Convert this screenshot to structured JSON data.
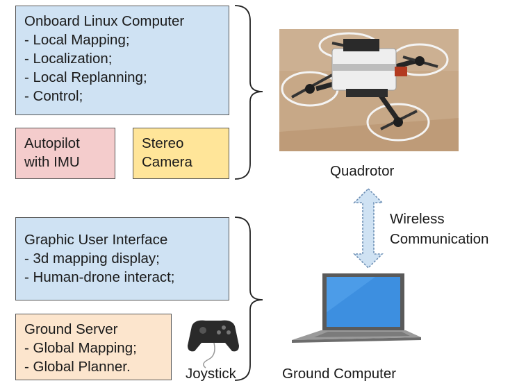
{
  "onboard_computer": {
    "title": "Onboard Linux Computer",
    "items": [
      "- Local Mapping;",
      "- Localization;",
      "- Local Replanning;",
      "- Control;"
    ]
  },
  "autopilot": {
    "lines": [
      "Autopilot",
      "with IMU"
    ]
  },
  "stereo_camera": {
    "lines": [
      "Stereo",
      "Camera"
    ]
  },
  "quadrotor": {
    "label": "Quadrotor"
  },
  "wireless": {
    "lines": [
      "Wireless",
      "Communication"
    ]
  },
  "gui": {
    "title": "Graphic User Interface",
    "items": [
      "- 3d mapping display;",
      "- Human-drone interact;"
    ]
  },
  "ground_server": {
    "title": "Ground Server",
    "items": [
      "- Global Mapping;",
      "- Global Planner."
    ]
  },
  "joystick": {
    "label": "Joystick"
  },
  "ground_computer": {
    "label": "Ground Computer"
  },
  "colors": {
    "blue_box": "#cfe2f3",
    "pink_box": "#f4cccc",
    "yellow_box": "#ffe599",
    "orange_box": "#fce5cd",
    "arrow_fill": "#cfe2f3",
    "laptop_screen": "#3d8fe0"
  }
}
